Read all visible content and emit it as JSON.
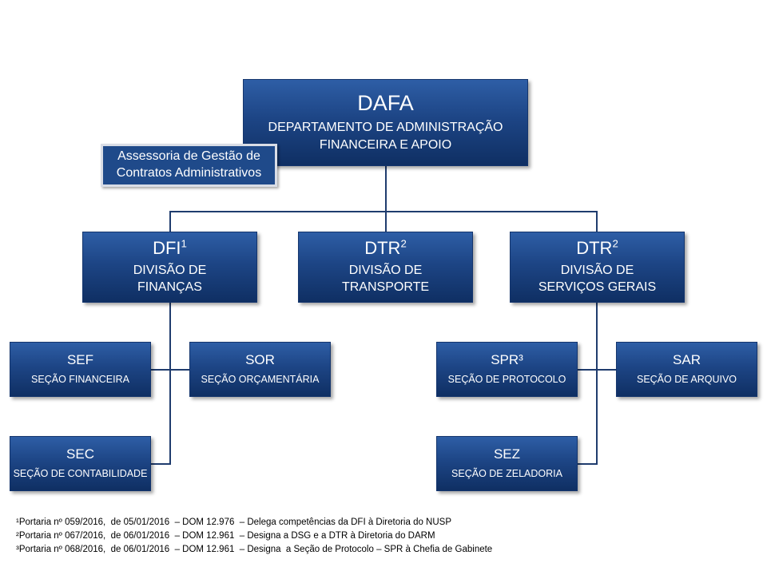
{
  "top": {
    "code": "DAFA",
    "name": "DEPARTAMENTO DE ADMINISTRAÇÃO\nFINANCEIRA E APOIO"
  },
  "assessoria": "Assessoria de Gestão de\nContratos Administrativos",
  "divisions": [
    {
      "code": "DFI",
      "sup": "1",
      "name": "DIVISÃO DE\nFINANÇAS"
    },
    {
      "code": "DTR",
      "sup": "2",
      "name": "DIVISÃO DE\nTRANSPORTE"
    },
    {
      "code": "DTR",
      "sup": "2",
      "name": "DIVISÃO DE\nSERVIÇOS GERAIS"
    }
  ],
  "sections": {
    "sef": {
      "code": "SEF",
      "name": "SEÇÃO FINANCEIRA"
    },
    "sor": {
      "code": "SOR",
      "name": "SEÇÃO ORÇAMENTÁRIA"
    },
    "sec": {
      "code": "SEC",
      "name": "SEÇÃO DE CONTABILIDADE"
    },
    "spr": {
      "code": "SPR³",
      "name": "SEÇÃO DE PROTOCOLO"
    },
    "sar": {
      "code": "SAR",
      "name": "SEÇÃO DE ARQUIVO"
    },
    "sez": {
      "code": "SEZ",
      "name": "SEÇÃO DE ZELADORIA"
    }
  },
  "footnotes": [
    "¹Portaria nº 059/2016,  de 05/01/2016  – DOM 12.976  – Delega competências da DFI à Diretoria do NUSP",
    "²Portaria nº 067/2016,  de 06/01/2016  – DOM 12.961  – Designa a DSG e a DTR à Diretoria do DARM",
    "³Portaria nº 068/2016,  de 06/01/2016  – DOM 12.961  – Designa  a Seção de Protocolo – SPR à Chefia de Gabinete"
  ],
  "colors": {
    "box_top": "#2e5ea6",
    "box_bottom": "#0f2f63",
    "connector": "#1f3c6e"
  }
}
